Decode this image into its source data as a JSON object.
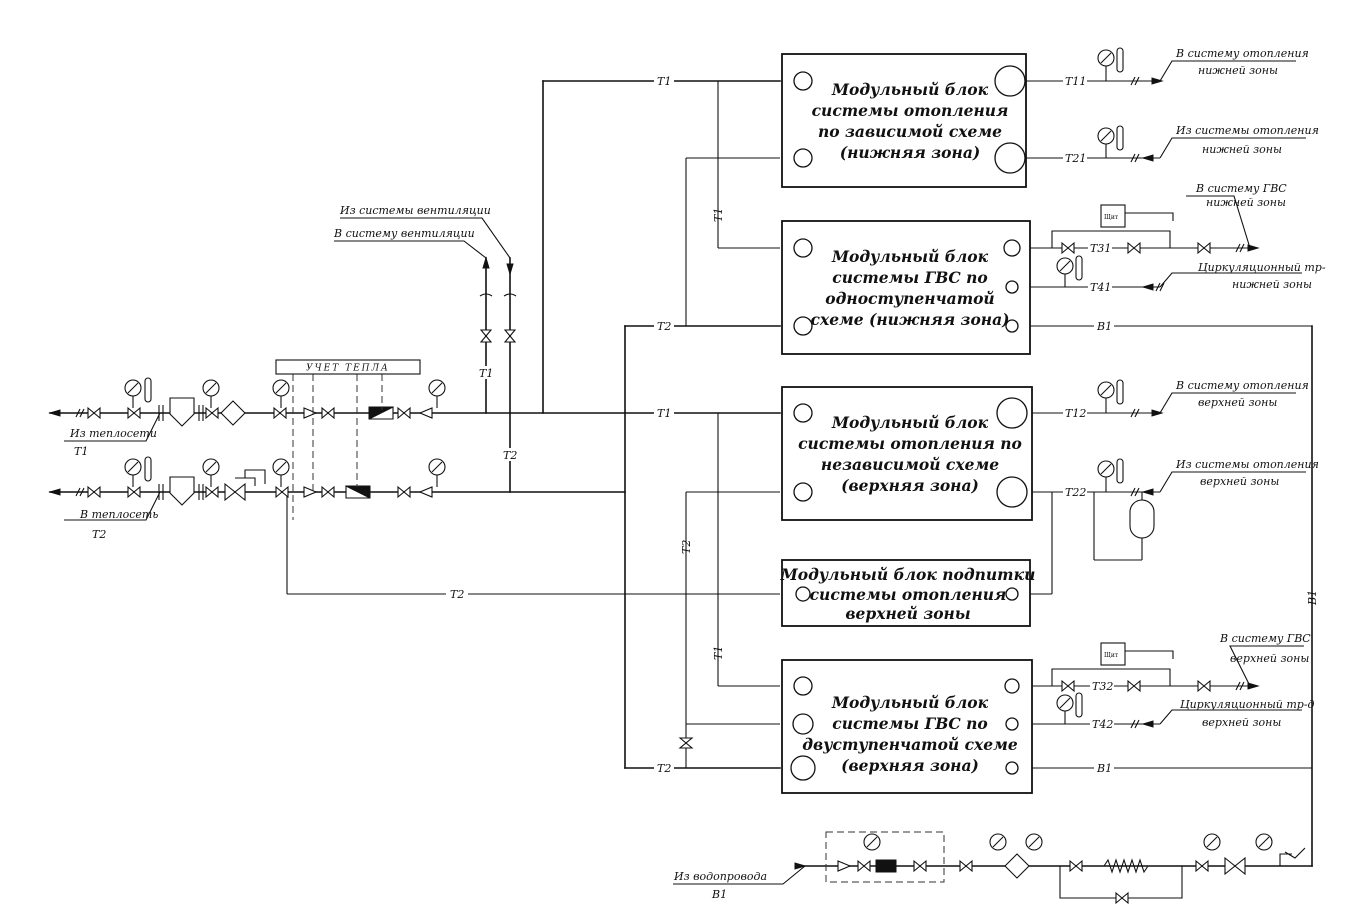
{
  "blocks": [
    {
      "lines": [
        "Модульный блок",
        "системы отопления",
        "по зависимой схеме",
        "(нижняя зона)"
      ]
    },
    {
      "lines": [
        "Модульный блок",
        "системы ГВС по",
        "одноступенчатой",
        "схеме (нижняя зона)"
      ]
    },
    {
      "lines": [
        "Модульный блок",
        "системы отопления по",
        "независимой схеме",
        "(верхняя зона)"
      ]
    },
    {
      "lines": [
        "Модульный блок подпитки",
        "системы отопления",
        "верхней зоны"
      ]
    },
    {
      "lines": [
        "Модульный блок",
        "системы ГВС по",
        "двуступенчатой схеме",
        "(верхняя зона)"
      ]
    }
  ],
  "labels": {
    "to_heating_low": [
      "В систему отопления",
      "нижней зоны"
    ],
    "from_heating_low": [
      "Из системы отопления",
      "нижней зоны"
    ],
    "to_dhw_low": [
      "В систему ГВС",
      "нижней зоны"
    ],
    "circ_low": [
      "Циркуляционный тр-",
      "нижней зоны"
    ],
    "to_heating_up": [
      "В систему отопления",
      "верхней зоны"
    ],
    "from_heating_up": [
      "Из системы отопления",
      "верхней зоны"
    ],
    "to_dhw_up": [
      "В систему ГВС",
      "верхней зоны"
    ],
    "circ_up": [
      "Циркуляционный тр-д",
      "верхней зоны"
    ],
    "from_vent": "Из системы вентиляции",
    "to_vent": "В систему вентиляции",
    "from_network": [
      "Из теплосети",
      "Т1"
    ],
    "to_network": [
      "В теплосеть",
      "Т2"
    ],
    "from_water": [
      "Из водопровода",
      "В1"
    ],
    "metering": "УЧЕТ ТЕПЛА",
    "pump_panel": "Щит"
  },
  "pipes": {
    "t1": "Т1",
    "t2": "Т2",
    "b1": "В1",
    "t11": "Т11",
    "t21": "Т21",
    "t31": "Т31",
    "t41": "Т41",
    "t12": "Т12",
    "t22": "Т22",
    "t32": "Т32",
    "t42": "Т42"
  }
}
